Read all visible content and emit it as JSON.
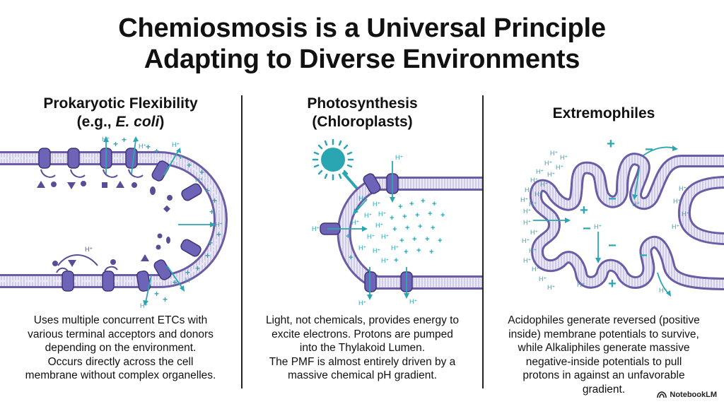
{
  "title": {
    "line1": "Chemiosmosis is a Universal Principle",
    "line2": "Adapting to Diverse Environments"
  },
  "panels": [
    {
      "id": "prokaryotic",
      "heading_line1": "Prokaryotic Flexibility",
      "heading_line2_prefix": "(e.g., ",
      "heading_line2_italic": "E. coli",
      "heading_line2_suffix": ")",
      "caption_lines": [
        "Uses multiple concurrent ETCs with",
        "various terminal acceptors and donors",
        "depending on the environment.",
        "Occurs directly across the cell",
        "membrane without complex organelles."
      ]
    },
    {
      "id": "photosynthesis",
      "heading_line1": "Photosynthesis",
      "heading_line2": "(Chloroplasts)",
      "caption_lines": [
        "Light, not chemicals, provides energy to",
        "excite electrons. Protons are pumped",
        "into the Thylakoid Lumen.",
        "The PMF is almost entirely driven by a",
        "massive chemical pH gradient."
      ]
    },
    {
      "id": "extremophiles",
      "heading_line1": "Extremophiles",
      "caption_lines": [
        "Acidophiles generate reversed (positive",
        "inside) membrane potentials to survive,",
        "while Alkaliphiles generate massive",
        "negative-inside potentials to pull",
        "protons in against an unfavorable",
        "gradient."
      ]
    }
  ],
  "labels": {
    "proton": "H⁺",
    "plus": "+",
    "minus": "−"
  },
  "colors": {
    "membrane": "#6b5ca5",
    "membrane_dark": "#3f347a",
    "protein": "#6d64b8",
    "teal": "#2aa6b3",
    "text": "#111111"
  },
  "brand": "NotebookLM"
}
